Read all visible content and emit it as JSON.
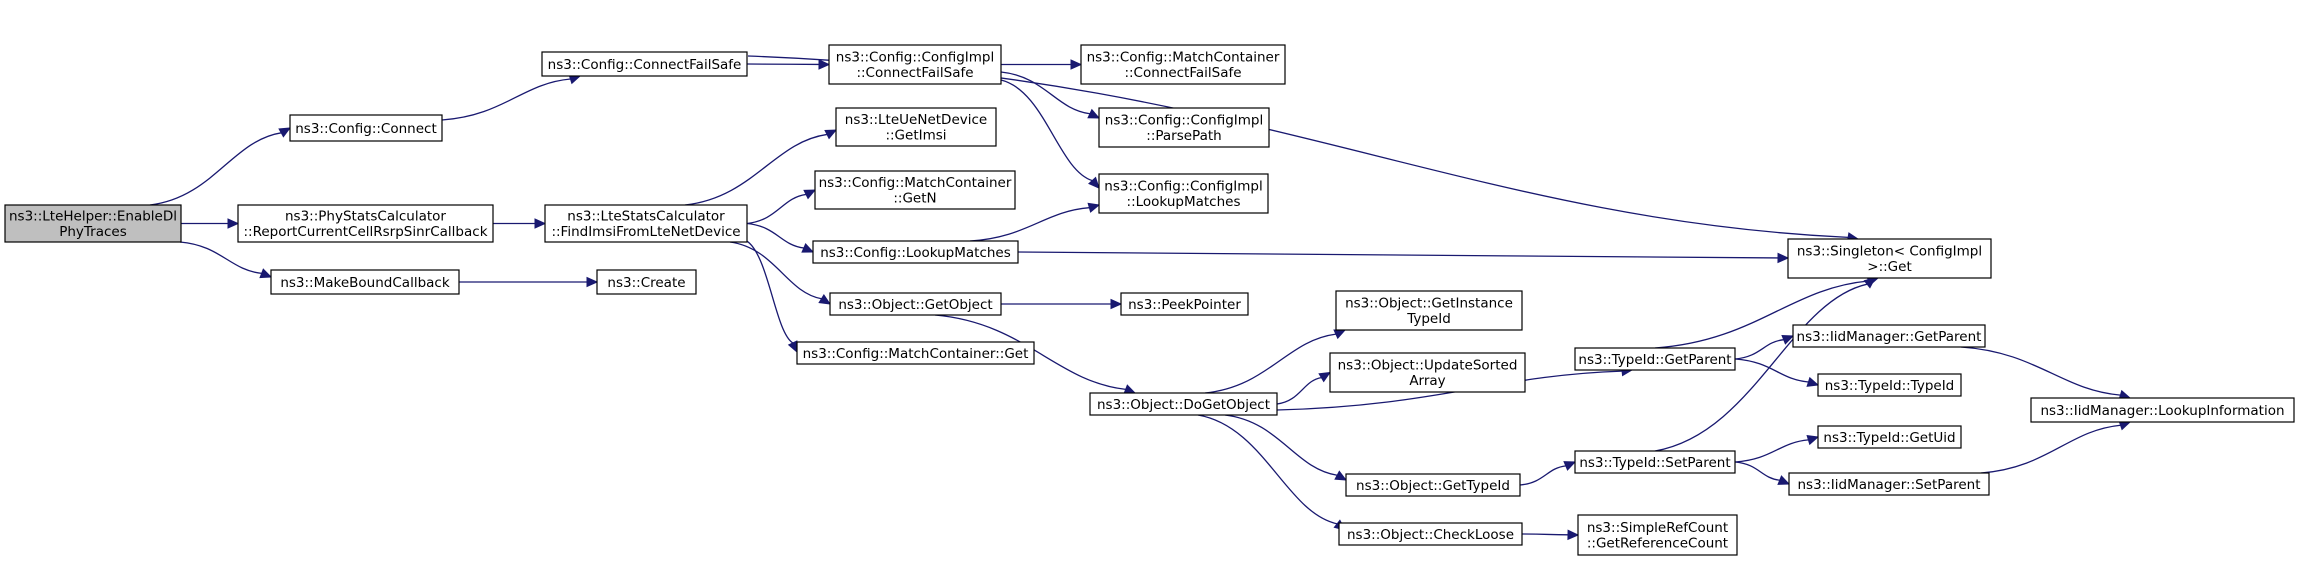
{
  "nodes": {
    "n_enable": {
      "lines": [
        "ns3::LteHelper::EnableDl",
        "PhyTraces"
      ]
    },
    "n_connect": {
      "lines": [
        "ns3::Config::Connect"
      ]
    },
    "n_phycb": {
      "lines": [
        "ns3::PhyStatsCalculator",
        "::ReportCurrentCellRsrpSinrCallback"
      ]
    },
    "n_mbc": {
      "lines": [
        "ns3::MakeBoundCallback"
      ]
    },
    "n_cfs": {
      "lines": [
        "ns3::Config::ConnectFailSafe"
      ]
    },
    "n_find": {
      "lines": [
        "ns3::LteStatsCalculator",
        "::FindImsiFromLteNetDevice"
      ]
    },
    "n_create": {
      "lines": [
        "ns3::Create"
      ]
    },
    "n_cicfs": {
      "lines": [
        "ns3::Config::ConfigImpl",
        "::ConnectFailSafe"
      ]
    },
    "n_getimsi": {
      "lines": [
        "ns3::LteUeNetDevice",
        "::GetImsi"
      ]
    },
    "n_mcgetn": {
      "lines": [
        "ns3::Config::MatchContainer",
        "::GetN"
      ]
    },
    "n_lookup": {
      "lines": [
        "ns3::Config::LookupMatches"
      ]
    },
    "n_getobj": {
      "lines": [
        "ns3::Object::GetObject"
      ]
    },
    "n_mcget": {
      "lines": [
        "ns3::Config::MatchContainer::Get"
      ]
    },
    "n_mccfs": {
      "lines": [
        "ns3::Config::MatchContainer",
        "::ConnectFailSafe"
      ]
    },
    "n_parse": {
      "lines": [
        "ns3::Config::ConfigImpl",
        "::ParsePath"
      ]
    },
    "n_cilookup": {
      "lines": [
        "ns3::Config::ConfigImpl",
        "::LookupMatches"
      ]
    },
    "n_peek": {
      "lines": [
        "ns3::PeekPointer"
      ]
    },
    "n_dogetobj": {
      "lines": [
        "ns3::Object::DoGetObject"
      ]
    },
    "n_getinst": {
      "lines": [
        "ns3::Object::GetInstance",
        "TypeId"
      ]
    },
    "n_upd": {
      "lines": [
        "ns3::Object::UpdateSorted",
        "Array"
      ]
    },
    "n_gettid": {
      "lines": [
        "ns3::Object::GetTypeId"
      ]
    },
    "n_chk": {
      "lines": [
        "ns3::Object::CheckLoose"
      ]
    },
    "n_tgp": {
      "lines": [
        "ns3::TypeId::GetParent"
      ]
    },
    "n_tsp": {
      "lines": [
        "ns3::TypeId::SetParent"
      ]
    },
    "n_refc": {
      "lines": [
        "ns3::SimpleRefCount",
        "::GetReferenceCount"
      ]
    },
    "n_singleton": {
      "lines": [
        "ns3::Singleton< ConfigImpl",
        " >::Get"
      ]
    },
    "n_iidgp": {
      "lines": [
        "ns3::IidManager::GetParent"
      ]
    },
    "n_tidtid": {
      "lines": [
        "ns3::TypeId::TypeId"
      ]
    },
    "n_getuid": {
      "lines": [
        "ns3::TypeId::GetUid"
      ]
    },
    "n_iidsp": {
      "lines": [
        "ns3::IidManager::SetParent"
      ]
    },
    "n_lookinfo": {
      "lines": [
        "ns3::IidManager::LookupInformation"
      ]
    }
  },
  "edges": [
    [
      "n_enable",
      "n_connect"
    ],
    [
      "n_enable",
      "n_phycb"
    ],
    [
      "n_enable",
      "n_mbc"
    ],
    [
      "n_connect",
      "n_cfs"
    ],
    [
      "n_cfs",
      "n_cicfs"
    ],
    [
      "n_cfs",
      "n_singleton"
    ],
    [
      "n_cicfs",
      "n_mccfs"
    ],
    [
      "n_cicfs",
      "n_parse"
    ],
    [
      "n_cicfs",
      "n_cilookup"
    ],
    [
      "n_phycb",
      "n_find"
    ],
    [
      "n_find",
      "n_getimsi"
    ],
    [
      "n_find",
      "n_mcgetn"
    ],
    [
      "n_find",
      "n_lookup"
    ],
    [
      "n_find",
      "n_getobj"
    ],
    [
      "n_find",
      "n_mcget"
    ],
    [
      "n_lookup",
      "n_cilookup"
    ],
    [
      "n_lookup",
      "n_singleton"
    ],
    [
      "n_mbc",
      "n_create"
    ],
    [
      "n_getobj",
      "n_peek"
    ],
    [
      "n_getobj",
      "n_dogetobj"
    ],
    [
      "n_dogetobj",
      "n_getinst"
    ],
    [
      "n_dogetobj",
      "n_upd"
    ],
    [
      "n_dogetobj",
      "n_tgp"
    ],
    [
      "n_dogetobj",
      "n_gettid"
    ],
    [
      "n_dogetobj",
      "n_chk"
    ],
    [
      "n_gettid",
      "n_tsp"
    ],
    [
      "n_chk",
      "n_refc"
    ],
    [
      "n_tgp",
      "n_singleton"
    ],
    [
      "n_tgp",
      "n_iidgp"
    ],
    [
      "n_tgp",
      "n_tidtid"
    ],
    [
      "n_tsp",
      "n_singleton"
    ],
    [
      "n_tsp",
      "n_getuid"
    ],
    [
      "n_tsp",
      "n_iidsp"
    ],
    [
      "n_iidgp",
      "n_lookinfo"
    ],
    [
      "n_iidsp",
      "n_lookinfo"
    ]
  ],
  "colors": {
    "edge": "#191970",
    "root_fill": "#bfbfbf",
    "node_fill": "#ffffff",
    "node_stroke": "#000000"
  }
}
